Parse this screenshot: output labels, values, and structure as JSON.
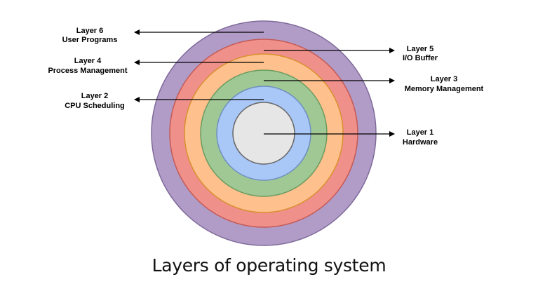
{
  "layers": [
    {
      "id": "layer-6",
      "title": "Layer 6",
      "desc": "User Programs",
      "fill": "#b19cc8",
      "stroke": "#7f6a99"
    },
    {
      "id": "layer-5",
      "title": "Layer 5",
      "desc": "I/O Buffer",
      "fill": "#ef908a",
      "stroke": "#c45a55"
    },
    {
      "id": "layer-4",
      "title": "Layer 4",
      "desc": "Process Management",
      "fill": "#fec08d",
      "stroke": "#d9902e"
    },
    {
      "id": "layer-3",
      "title": "Layer 3",
      "desc": "Memory Management",
      "fill": "#9fc895",
      "stroke": "#6a9b5f"
    },
    {
      "id": "layer-2",
      "title": "Layer 2",
      "desc": "CPU Scheduling",
      "fill": "#a9c8f7",
      "stroke": "#6f8fbf"
    },
    {
      "id": "layer-1",
      "title": "Layer 1",
      "desc": "Hardware",
      "fill": "#e6e6e6",
      "stroke": "#666666"
    }
  ],
  "caption": "Layers of operating system",
  "colors": {
    "arrow": "#000000",
    "text": "#000000"
  }
}
